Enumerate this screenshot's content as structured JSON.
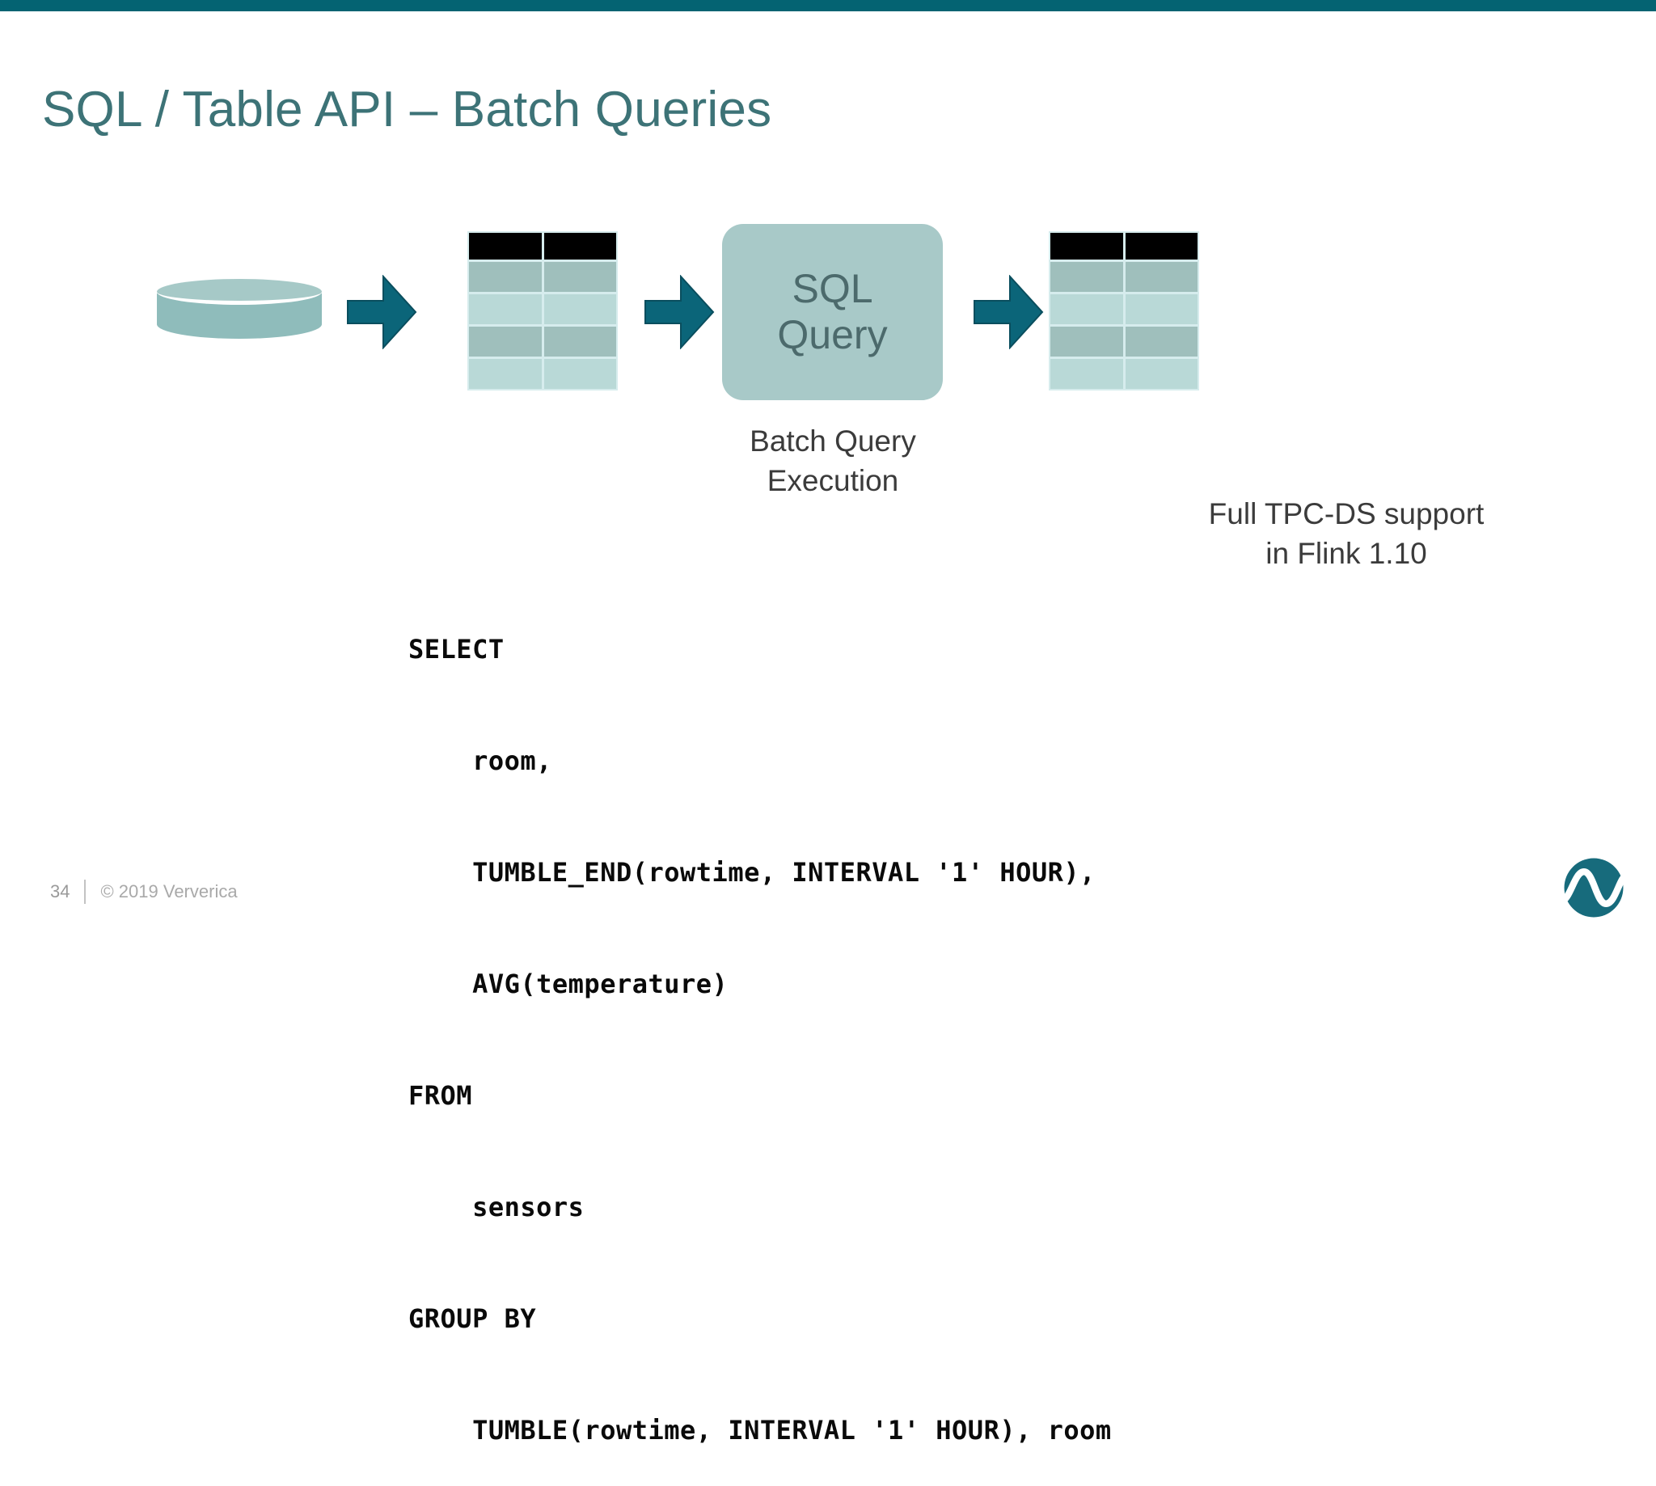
{
  "slide": {
    "title": "SQL / Table API – Batch Queries",
    "accent_color": "#046372",
    "title_color": "#3d7377"
  },
  "diagram": {
    "source_icon": "database-cylinder",
    "arrows": [
      "arrow-right-1",
      "arrow-right-2",
      "arrow-right-3"
    ],
    "input_table": {
      "name": "input-table",
      "columns": 2,
      "rows": 5,
      "header_color": "#000000",
      "row_colors": [
        "#9fbfbc",
        "#b9d9d7",
        "#9fbfbc",
        "#b9d9d7"
      ]
    },
    "output_table": {
      "name": "output-table",
      "columns": 2,
      "rows": 5,
      "header_color": "#000000",
      "row_colors": [
        "#9fbfbc",
        "#b9d9d7",
        "#9fbfbc",
        "#b9d9d7"
      ]
    },
    "processor": {
      "line1": "SQL",
      "line2": "Query",
      "fill_color": "#a8c9c8",
      "text_color": "#4c6a6c"
    },
    "caption": {
      "line1": "Batch Query",
      "line2": "Execution"
    },
    "side_note": {
      "line1": "Full TPC-DS support",
      "line2": "in Flink 1.10"
    }
  },
  "code": {
    "language": "sql",
    "lines": [
      "SELECT",
      "    room,",
      "    TUMBLE_END(rowtime, INTERVAL '1' HOUR),",
      "    AVG(temperature)",
      "FROM",
      "    sensors",
      "GROUP BY",
      "    TUMBLE(rowtime, INTERVAL '1' HOUR), room"
    ]
  },
  "footer": {
    "page_number": "34",
    "copyright": "© 2019 Ververica",
    "logo": "ververica-wave-logo",
    "logo_color": "#176b7c"
  }
}
